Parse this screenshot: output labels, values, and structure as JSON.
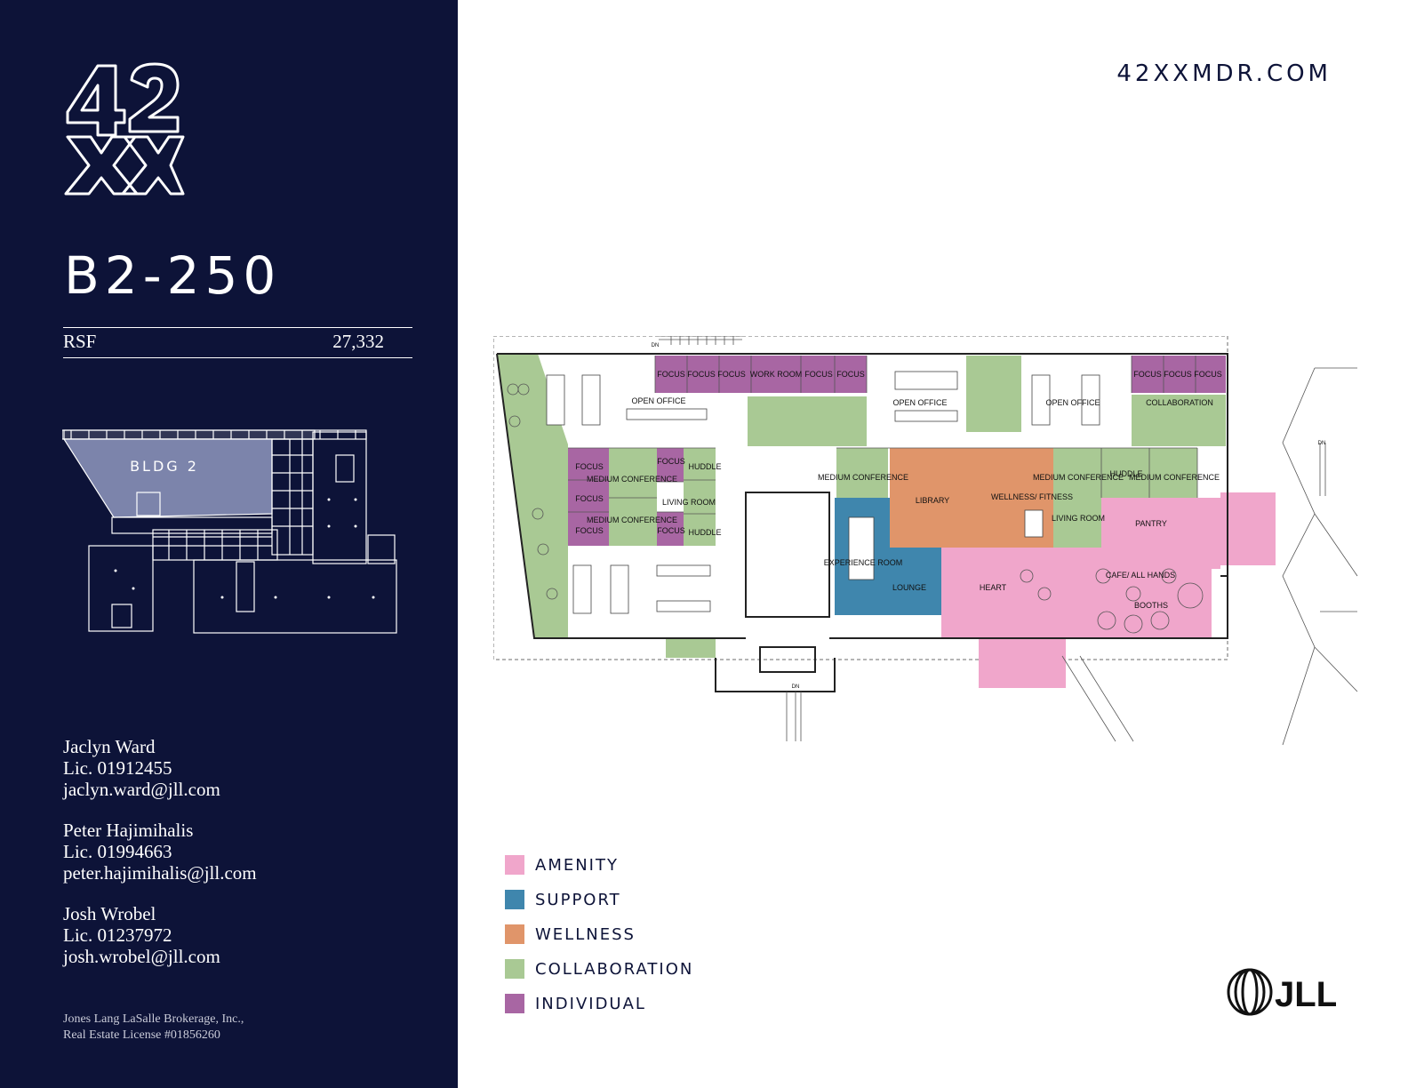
{
  "brand": {
    "logo_text": "42XX"
  },
  "suite": "B2-250",
  "rsf": {
    "label": "RSF",
    "value": "27,332"
  },
  "keyplan": {
    "label": "BLDG 2"
  },
  "contacts": [
    {
      "name": "Jaclyn Ward",
      "license": "Lic. 01912455",
      "email": "jaclyn.ward@jll.com"
    },
    {
      "name": "Peter Hajimihalis",
      "license": "Lic. 01994663",
      "email": "peter.hajimihalis@jll.com"
    },
    {
      "name": "Josh Wrobel",
      "license": "Lic. 01237972",
      "email": "josh.wrobel@jll.com"
    }
  ],
  "legal": {
    "line1": "Jones Lang LaSalle Brokerage, Inc.,",
    "line2": "Real Estate License #01856260"
  },
  "website": "42XXMDR.COM",
  "legend": [
    {
      "label": "AMENITY",
      "color": "#f0a6cb"
    },
    {
      "label": "SUPPORT",
      "color": "#3f86ad"
    },
    {
      "label": "WELLNESS",
      "color": "#e0956a"
    },
    {
      "label": "COLLABORATION",
      "color": "#a9c994"
    },
    {
      "label": "INDIVIDUAL",
      "color": "#a866a3"
    }
  ],
  "floorplan": {
    "rooms": [
      "FOCUS",
      "FOCUS",
      "FOCUS",
      "WORK ROOM",
      "FOCUS",
      "FOCUS",
      "FOCUS",
      "FOCUS",
      "FOCUS",
      "OPEN OFFICE",
      "OPEN OFFICE",
      "OPEN OFFICE",
      "COLLABORATION",
      "FOCUS",
      "MEDIUM CONFERENCE",
      "FOCUS",
      "HUDDLE",
      "FOCUS",
      "LIVING ROOM",
      "FOCUS",
      "MEDIUM CONFERENCE",
      "FOCUS",
      "HUDDLE",
      "MEDIUM CONFERENCE",
      "LIBRARY",
      "WELLNESS/ FITNESS",
      "MEDIUM CONFERENCE",
      "HUDDLE",
      "MEDIUM CONFERENCE",
      "LIVING ROOM",
      "PANTRY",
      "EXPERIENCE ROOM",
      "LOUNGE",
      "HEART",
      "CAFE/ ALL HANDS",
      "BOOTHS",
      "DN",
      "DN",
      "DN"
    ]
  },
  "company_logo": "JLL"
}
